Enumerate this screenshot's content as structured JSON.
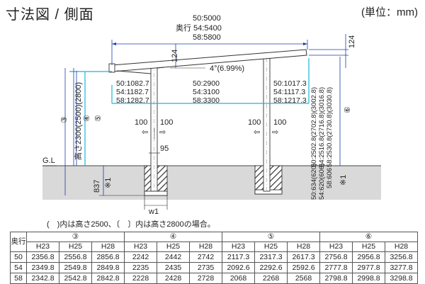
{
  "title": "寸法図 / 側面",
  "unit": "(単位：mm)",
  "diagram": {
    "total_depth": [
      "50:5000",
      "奥行 54:5400",
      "58:5800"
    ],
    "beam_height": "124",
    "beam_height_right": "124",
    "slope": "4°(6.99%)",
    "front_overhang": [
      "50:1082.7",
      "54:1182.7",
      "58:1282.7"
    ],
    "post_span": [
      "50:2900",
      "54:3100",
      "58:3300"
    ],
    "rear_overhang": [
      "50:1017.3",
      "54:1117.3",
      "58:1217.3"
    ],
    "height_label": "高さ2300(2500)(2800)",
    "marker_3": "③",
    "marker_4": "④",
    "marker_5": "⑤",
    "marker_6": "⑥",
    "rear_height": [
      "50:2502.8(2702.8)(3002.8)",
      "54:2516.8(2716.8)(3016.8)",
      "58:2530.8(2730.8)(3030.8)"
    ],
    "embed_rear": [
      "50:634(620)",
      "54:620(606)",
      "58:606"
    ],
    "footing_depth": "837",
    "footnote_mark": "※1",
    "footnote_mark_right": "※1",
    "load_left_a": "100",
    "load_left_b": "100",
    "load_right_a": "100",
    "load_right_b": "100",
    "post_width": "95",
    "gl": "G.L",
    "footing_width": "w1"
  },
  "note": "(　)内は高さ2500、〔　〕内は高さ2800の場合。",
  "table": {
    "row_label": "奥行",
    "groups": [
      "③",
      "④",
      "⑤",
      "⑥"
    ],
    "subheaders": [
      "H23",
      "H25",
      "H28"
    ],
    "rows": [
      {
        "depth": "50",
        "cells": [
          "2356.8",
          "2556.8",
          "2856.8",
          "2242",
          "2442",
          "2742",
          "2117.3",
          "2317.3",
          "2617.3",
          "2756.8",
          "2956.8",
          "3256.8"
        ]
      },
      {
        "depth": "54",
        "cells": [
          "2349.8",
          "2549.8",
          "2849.8",
          "2235",
          "2435",
          "2735",
          "2092.6",
          "2292.6",
          "2592.6",
          "2777.8",
          "2977.8",
          "3277.8"
        ]
      },
      {
        "depth": "58",
        "cells": [
          "2342.8",
          "2542.8",
          "2842.8",
          "2228",
          "2428",
          "2728",
          "2068",
          "2268",
          "2568",
          "2798.8",
          "2998.8",
          "3298.8"
        ]
      }
    ]
  }
}
